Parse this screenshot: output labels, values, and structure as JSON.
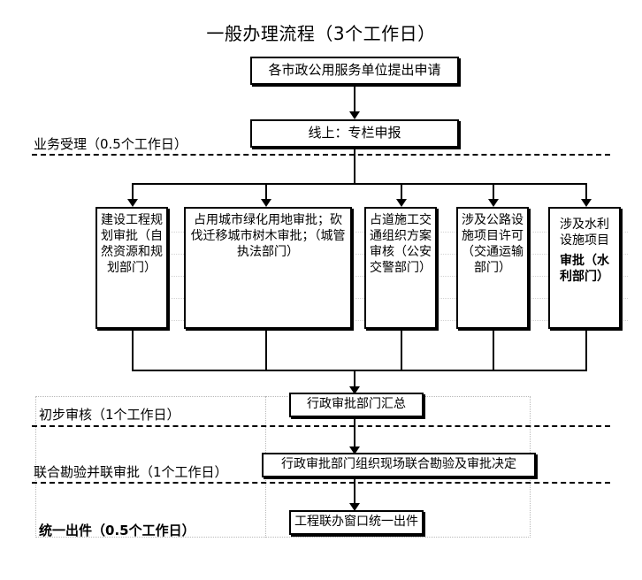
{
  "title": "一般办理流程（3个工作日）",
  "nodes": {
    "apply": "各市政公用服务单位提出申请",
    "online": "线上：专栏申报",
    "summary": "行政审批部门汇总",
    "joint_survey": "行政审批部门组织现场联合勘验及审批决定",
    "issue": "工程联办窗口统一出件"
  },
  "branches": [
    {
      "id": "planning",
      "text": "建设工程规划审批（自然资源和规划部门）"
    },
    {
      "id": "greening",
      "text": "占用城市绿化用地审批；砍伐迁移城市树木审批；（城管执法部门）"
    },
    {
      "id": "traffic",
      "text": "占道施工交通组织方案审核（公安交警部门）"
    },
    {
      "id": "highway",
      "text": "涉及公路设施项目许可（交通运输部门）"
    },
    {
      "id": "water",
      "text": "涉及水利设施项目审批（水利部门）",
      "plain_prefix": "涉及水利设施项目",
      "bold_suffix": "审批（水利部门）"
    }
  ],
  "stages": [
    {
      "id": "acceptance",
      "label": "业务受理（0.5个工作日）",
      "bold": false
    },
    {
      "id": "preliminary",
      "label": "初步审核（1个工作日）",
      "bold": false
    },
    {
      "id": "joint",
      "label": "联合勘验并联审批（1个工作日）",
      "bold": false
    },
    {
      "id": "delivery",
      "label": "统一出件（0.5个工作日）",
      "bold": true
    }
  ],
  "colors": {
    "line": "#000000",
    "grid": "#b9b9b9",
    "background": "#ffffff"
  }
}
